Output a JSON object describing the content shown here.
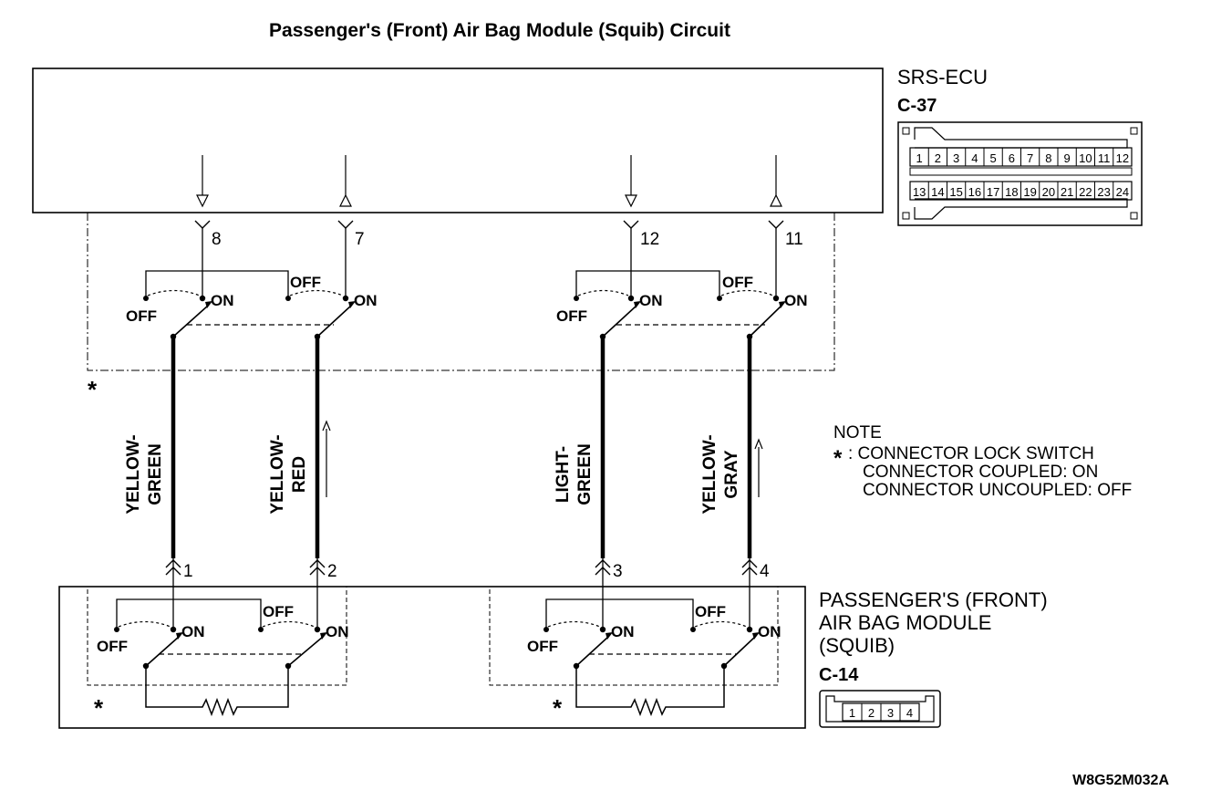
{
  "title": "Passenger's (Front) Air Bag Module (Squib) Circuit",
  "ecu": {
    "name": "SRS-ECU",
    "connector": "C-37",
    "cavities_top": [
      "1",
      "2",
      "3",
      "4",
      "5",
      "6",
      "7",
      "8",
      "9",
      "10",
      "11",
      "12"
    ],
    "cavities_bottom": [
      "13",
      "14",
      "15",
      "16",
      "17",
      "18",
      "19",
      "20",
      "21",
      "22",
      "23",
      "24"
    ],
    "pins": [
      "8",
      "7",
      "12",
      "11"
    ]
  },
  "switch": {
    "off": "OFF",
    "on": "ON"
  },
  "star": "*",
  "wires": [
    {
      "line1": "YELLOW-",
      "line2": "GREEN"
    },
    {
      "line1": "YELLOW-",
      "line2": "RED"
    },
    {
      "line1": "LIGHT-",
      "line2": "GREEN"
    },
    {
      "line1": "YELLOW-",
      "line2": "GRAY"
    }
  ],
  "module": {
    "line1": "PASSENGER'S (FRONT)",
    "line2": "AIR BAG MODULE",
    "line3": "(SQUIB)",
    "connector": "C-14",
    "cavities": [
      "1",
      "2",
      "3",
      "4"
    ],
    "pins": [
      "1",
      "2",
      "3",
      "4"
    ]
  },
  "note": {
    "heading": "NOTE",
    "star": "*",
    "line1": ": CONNECTOR LOCK SWITCH",
    "line2": "CONNECTOR COUPLED: ON",
    "line3": "CONNECTOR UNCOUPLED: OFF"
  },
  "code": "W8G52M032A"
}
